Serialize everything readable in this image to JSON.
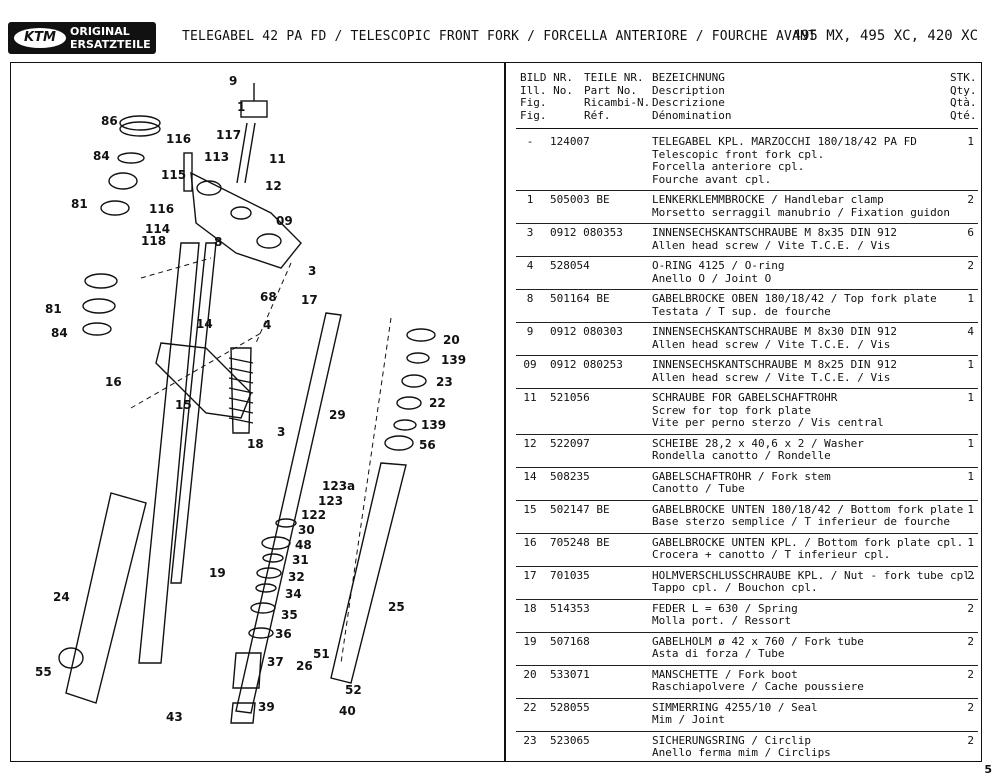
{
  "header": {
    "logo_ktm": "KTM",
    "logo_line1": "ORIGINAL",
    "logo_line2": "ERSATZTEILE",
    "title": "TELEGABEL 42 PA FD / TELESCOPIC FRONT FORK / FORCELLA ANTERIORE / FOURCHE AVANT",
    "models": "495 MX, 495 XC, 420 XC"
  },
  "table_header": {
    "fig": "BILD NR.\nIll. No.\nFig.\nFig.",
    "part": "TEILE NR.\nPart No.\nRicambi-N.\nRéf.",
    "desc": "BEZEICHNUNG\nDescription\nDescrizione\nDénomination",
    "qty": "STK.\nQty.\nQtà.\nQté."
  },
  "parts": [
    {
      "fig": "-",
      "part": "124007",
      "desc": [
        "TELEGABEL KPL. MARZOCCHI 180/18/42 PA FD",
        "Telescopic front fork cpl.",
        "Forcella anteriore cpl.",
        "Fourche avant cpl."
      ],
      "qty": "1"
    },
    {
      "fig": "1",
      "part": "505003 BE",
      "desc": [
        "LENKERKLEMMBROCKE / Handlebar clamp",
        "Morsetto serraggil manubrio / Fixation guidon"
      ],
      "qty": "2"
    },
    {
      "fig": "3",
      "part": "0912 080353",
      "desc": [
        "INNENSECHSKANTSCHRAUBE M 8x35 DIN 912",
        "Allen head screw / Vite T.C.E. / Vis"
      ],
      "qty": "6"
    },
    {
      "fig": "4",
      "part": "528054",
      "desc": [
        "O-RING 4125 / O-ring",
        "Anello O / Joint O"
      ],
      "qty": "2"
    },
    {
      "fig": "8",
      "part": "501164 BE",
      "desc": [
        "GABELBROCKE OBEN 180/18/42 / Top fork plate",
        "Testata / T sup. de fourche"
      ],
      "qty": "1"
    },
    {
      "fig": "9",
      "part": "0912 080303",
      "desc": [
        "INNENSECHSKANTSCHRAUBE M 8x30 DIN 912",
        "Allen head screw / Vite T.C.E. / Vis"
      ],
      "qty": "4"
    },
    {
      "fig": "09",
      "part": "0912 080253",
      "desc": [
        "INNENSECHSKANTSCHRAUBE M 8x25 DIN 912",
        "Allen head screw / Vite T.C.E. / Vis"
      ],
      "qty": "1"
    },
    {
      "fig": "11",
      "part": "521056",
      "desc": [
        "SCHRAUBE FOR GABELSCHAFTROHR",
        "Screw for top fork plate",
        "Vite per perno sterzo / Vis central"
      ],
      "qty": "1"
    },
    {
      "fig": "12",
      "part": "522097",
      "desc": [
        "SCHEIBE 28,2 x 40,6 x 2 / Washer",
        "Rondella canotto / Rondelle"
      ],
      "qty": "1"
    },
    {
      "fig": "14",
      "part": "508235",
      "desc": [
        "GABELSCHAFTROHR / Fork stem",
        "Canotto / Tube"
      ],
      "qty": "1"
    },
    {
      "fig": "15",
      "part": "502147 BE",
      "desc": [
        "GABELBROCKE UNTEN 180/18/42 / Bottom fork plate",
        "Base sterzo semplice / T inferieur de fourche"
      ],
      "qty": "1"
    },
    {
      "fig": "16",
      "part": "705248 BE",
      "desc": [
        "GABELBROCKE UNTEN KPL. / Bottom fork plate cpl.",
        "Crocera + canotto / T inferieur cpl."
      ],
      "qty": "1"
    },
    {
      "fig": "17",
      "part": "701035",
      "desc": [
        "HOLMVERSCHLUSSCHRAUBE KPL. / Nut - fork tube cpl.",
        "Tappo cpl. / Bouchon cpl."
      ],
      "qty": "2"
    },
    {
      "fig": "18",
      "part": "514353",
      "desc": [
        "FEDER L = 630 / Spring",
        "Molla port. / Ressort"
      ],
      "qty": "2"
    },
    {
      "fig": "19",
      "part": "507168",
      "desc": [
        "GABELHOLM ø 42 x 760 / Fork tube",
        "Asta di forza / Tube"
      ],
      "qty": "2"
    },
    {
      "fig": "20",
      "part": "533071",
      "desc": [
        "MANSCHETTE / Fork boot",
        "Raschiapolvere / Cache poussiere"
      ],
      "qty": "2"
    },
    {
      "fig": "22",
      "part": "528055",
      "desc": [
        "SIMMERRING 4255/10 / Seal",
        "Mim / Joint"
      ],
      "qty": "2"
    },
    {
      "fig": "23",
      "part": "523065",
      "desc": [
        "SICHERUNGSRING / Circlip",
        "Anello ferma mim / Circlips"
      ],
      "qty": "2"
    }
  ],
  "diagram_labels": [
    "9",
    "1",
    "86",
    "116",
    "117",
    "113",
    "11",
    "84",
    "115",
    "12",
    "81",
    "116",
    "09",
    "114",
    "118",
    "8",
    "3",
    "81",
    "68",
    "17",
    "84",
    "14",
    "4",
    "20",
    "139",
    "16",
    "23",
    "15",
    "22",
    "29",
    "139",
    "3",
    "18",
    "56",
    "123a",
    "123",
    "122",
    "30",
    "48",
    "31",
    "19",
    "32",
    "24",
    "34",
    "35",
    "36",
    "51",
    "37",
    "26",
    "25",
    "55",
    "52",
    "43",
    "39",
    "40"
  ],
  "page_number": "5"
}
